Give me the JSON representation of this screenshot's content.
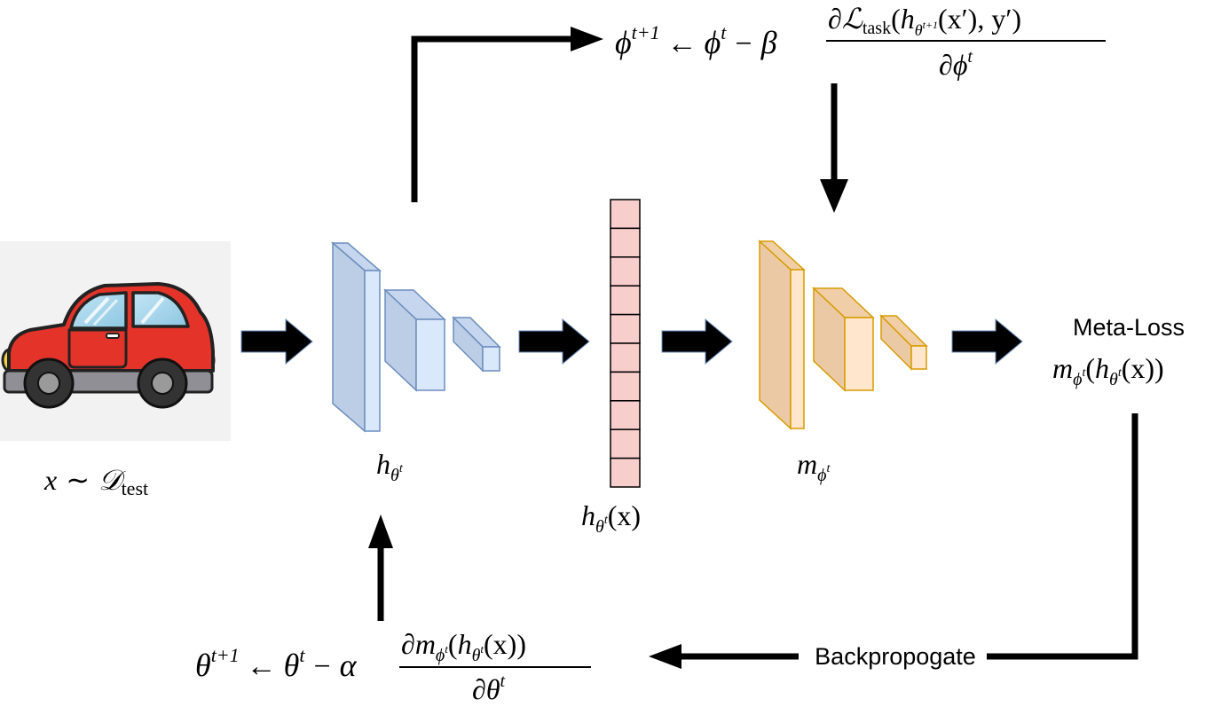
{
  "input": {
    "label_var": "x",
    "label_rel": "∼",
    "label_set": "𝒟",
    "label_set_sub": "test"
  },
  "encoder": {
    "label_main": "h",
    "label_sub": "θ",
    "label_sup": "t",
    "fill": "#dae8fc",
    "stroke": "#6c8ebf"
  },
  "embedding": {
    "cells": 10,
    "fill": "#f8cecc",
    "stroke": "#000000",
    "label_main": "h",
    "label_sub": "θ",
    "label_sup": "t",
    "label_arg": "(x)"
  },
  "metaloss_net": {
    "label_main": "m",
    "label_sub": "ϕ",
    "label_sup": "t",
    "fill": "#ffe6cc",
    "stroke": "#d79b00"
  },
  "output": {
    "title": "Meta-Loss",
    "expr_main": "m",
    "expr_sub": "ϕ",
    "expr_sup": "t",
    "expr_open": "(",
    "expr_h": "h",
    "expr_h_sub": "θ",
    "expr_h_sup": "t",
    "expr_tail": "(x))"
  },
  "phi_update": {
    "lhs": "ϕ",
    "lhs_sup": "t+1",
    "arrow": "←",
    "rhs_phi": "ϕ",
    "rhs_phi_sup": "t",
    "minus": "−",
    "rate": "β",
    "num_partial": "∂",
    "num_loss": "ℒ",
    "num_loss_sub": "task",
    "num_open": "(",
    "num_h": "h",
    "num_h_sub": "θ",
    "num_h_sub_sup": "t+1",
    "num_arg": "(x′), y′)",
    "den_partial": "∂",
    "den_var": "ϕ",
    "den_sup": "t"
  },
  "theta_update": {
    "lhs": "θ",
    "lhs_sup": "t+1",
    "arrow": "←",
    "rhs_theta": "θ",
    "rhs_theta_sup": "t",
    "minus": "−",
    "rate": "α",
    "num_partial": "∂",
    "num_m": "m",
    "num_m_sub": "ϕ",
    "num_m_sub_sup": "t",
    "num_open": "(",
    "num_h": "h",
    "num_h_sub": "θ",
    "num_h_sub_sup": "t",
    "num_arg": "(x))",
    "den_partial": "∂",
    "den_var": "θ",
    "den_sup": "t"
  },
  "backprop": {
    "label": "Backpropogate"
  },
  "colors": {
    "car_body": "#e4342a",
    "car_window": "#a6d4ea",
    "car_bumper": "#8f8f95",
    "car_wheel": "#333333",
    "car_bg": "#f2f2f2"
  }
}
